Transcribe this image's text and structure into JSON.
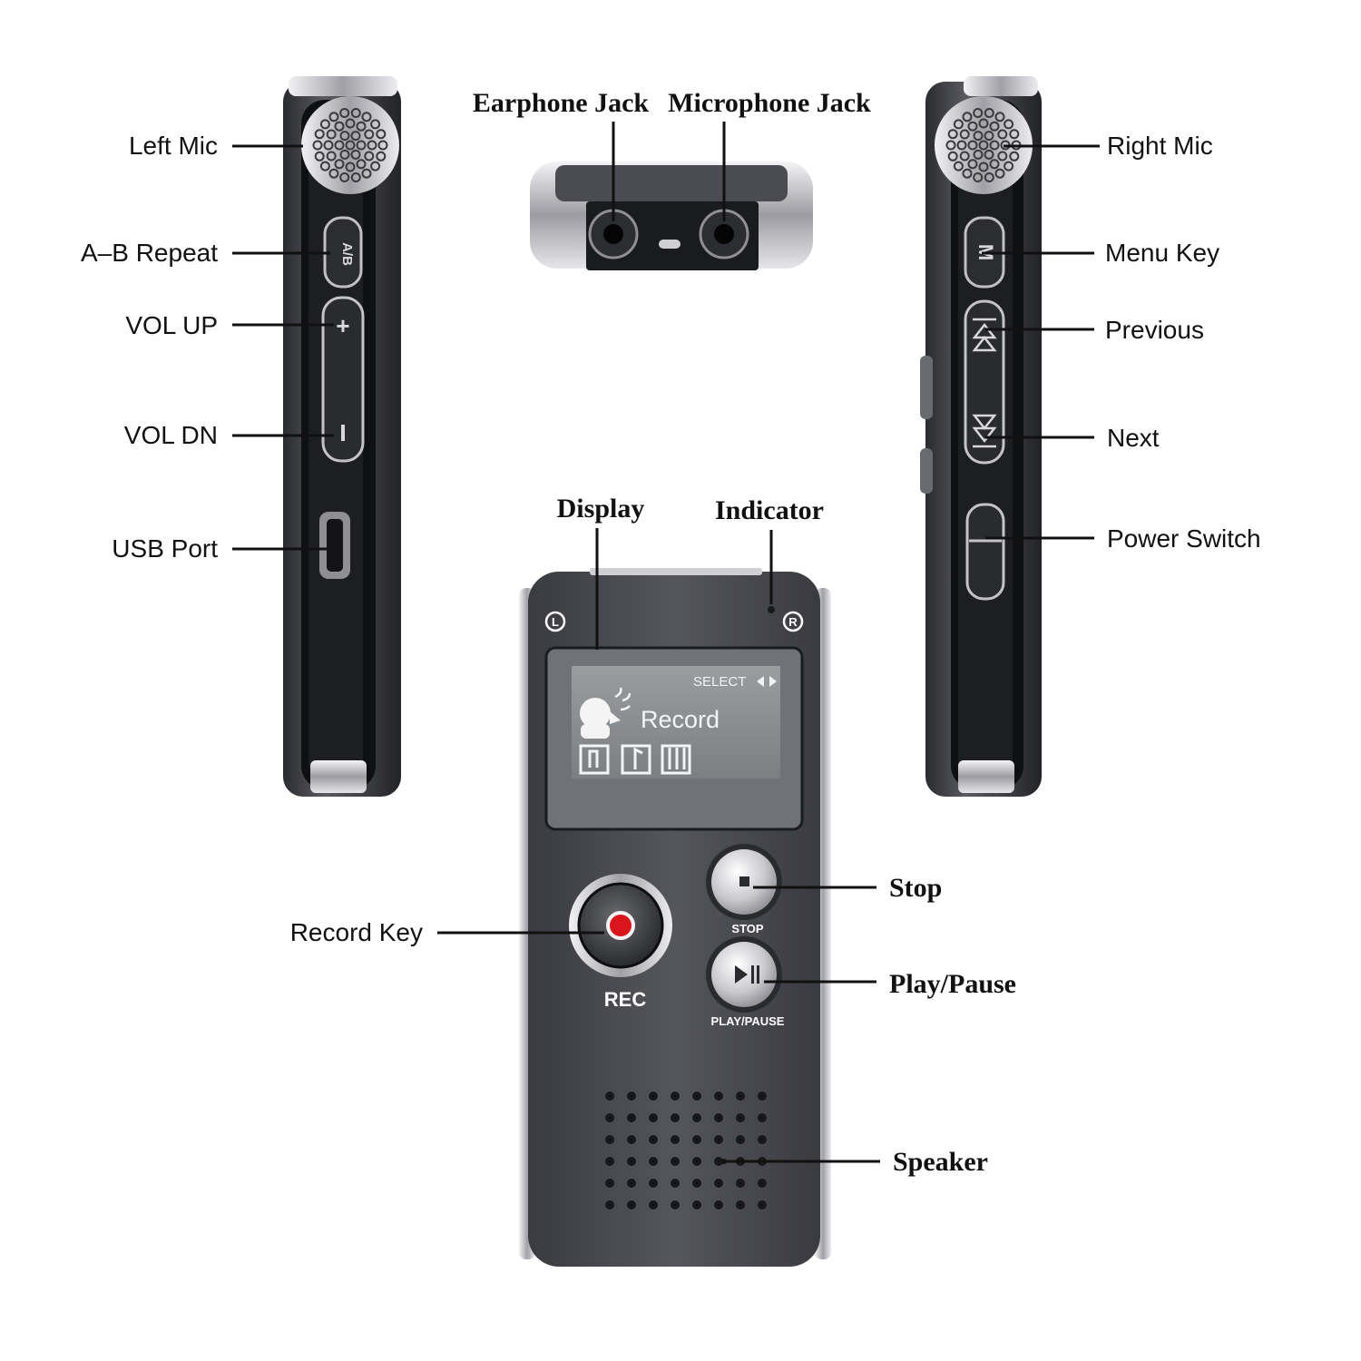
{
  "labels": {
    "left_mic": "Left Mic",
    "ab_repeat": "A–B Repeat",
    "vol_up": "VOL UP",
    "vol_dn": "VOL DN",
    "usb_port": "USB Port",
    "earphone_jack": "Earphone Jack",
    "microphone_jack": "Microphone Jack",
    "right_mic": "Right Mic",
    "menu_key": "Menu Key",
    "previous": "Previous",
    "next": "Next",
    "power_switch": "Power Switch",
    "display": "Display",
    "indicator": "Indicator",
    "stop": "Stop",
    "play_pause": "Play/Pause",
    "record_key": "Record Key",
    "speaker": "Speaker"
  },
  "device": {
    "body_mark_left": "L",
    "body_mark_right": "R",
    "ab_button": "A/B",
    "menu_button": "M",
    "vol_up_symbol": "+",
    "vol_dn_symbol": "−",
    "screen": {
      "select": "SELECT",
      "mode": "Record"
    },
    "stop_caption": "STOP",
    "rec_caption": "REC",
    "play_caption": "PLAY/PAUSE"
  },
  "colors": {
    "body": "#4a4b50",
    "body_dark": "#2b2c30",
    "chrome": "#d8d8dc",
    "screen": "#8f9294",
    "rec_red": "#d8161c",
    "leader": "#111111"
  }
}
